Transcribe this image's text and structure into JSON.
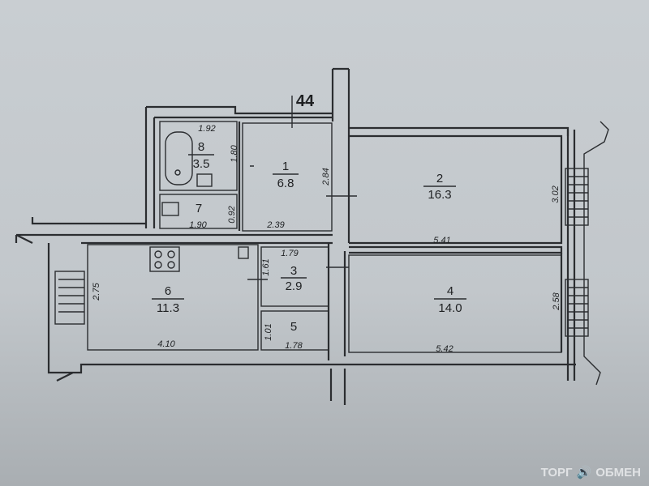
{
  "plan": {
    "apartment_number": "44",
    "rooms": [
      {
        "number": "1",
        "area": "6.8"
      },
      {
        "number": "2",
        "area": "16.3"
      },
      {
        "number": "3",
        "area": "2.9"
      },
      {
        "number": "4",
        "area": "14.0"
      },
      {
        "number": "5",
        "area": ""
      },
      {
        "number": "6",
        "area": "11.3"
      },
      {
        "number": "7",
        "area": ""
      },
      {
        "number": "8",
        "area": "3.5"
      }
    ],
    "dimensions": {
      "r8_width": "1.92",
      "r8_height": "1.80",
      "r7_width": "1.90",
      "r7_height": "0.92",
      "r1_width": "2.39",
      "r1_height": "2.84",
      "r2_width": "5.41",
      "r2_height": "3.02",
      "r3_width": "1.79",
      "r3_height": "1.61",
      "r4_width": "5.42",
      "r4_height": "2.58",
      "r5_width": "1.78",
      "r5_height": "1.01",
      "r6_width": "4.10",
      "r6_height": "2.75"
    }
  },
  "watermark": {
    "left": "ТОРГ",
    "right": "ОБМЕН",
    "icon": "megaphone-icon"
  }
}
